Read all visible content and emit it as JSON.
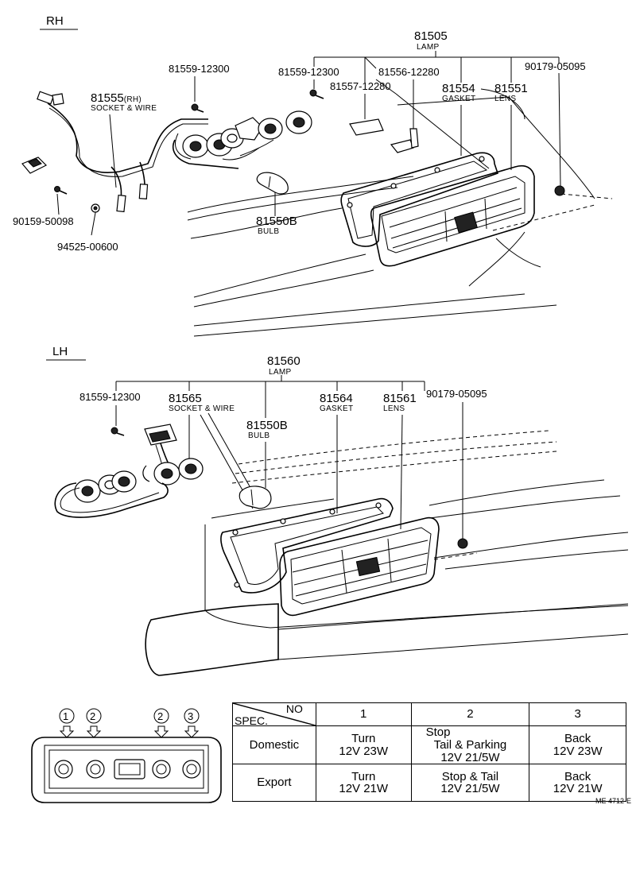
{
  "sections": {
    "rh": {
      "label": "RH"
    },
    "lh": {
      "label": "LH"
    }
  },
  "rh_parts": {
    "lamp": {
      "no": "81505",
      "name": "LAMP"
    },
    "socket_wire": {
      "no": "81555",
      "suffix": "(RH)",
      "name": "SOCKET & WIRE"
    },
    "screw_a": {
      "no": "81559-12300"
    },
    "screw_b": {
      "no": "81559-12300"
    },
    "bracket_a": {
      "no": "81556-12280"
    },
    "bracket_b": {
      "no": "81557-12280"
    },
    "gasket": {
      "no": "81554",
      "name": "GASKET"
    },
    "lens": {
      "no": "81551",
      "name": "LENS"
    },
    "nut": {
      "no": "90179-05095"
    },
    "bulb": {
      "no": "81550B",
      "name": "BULB"
    },
    "clip": {
      "no": "90159-50098"
    },
    "grommet": {
      "no": "94525-00600"
    }
  },
  "lh_parts": {
    "lamp": {
      "no": "81560",
      "name": "LAMP"
    },
    "screw": {
      "no": "81559-12300"
    },
    "socket_wire": {
      "no": "81565",
      "name": "SOCKET & WIRE"
    },
    "bulb": {
      "no": "81550B",
      "name": "BULB"
    },
    "gasket": {
      "no": "81564",
      "name": "GASKET"
    },
    "lens": {
      "no": "81561",
      "name": "LENS"
    },
    "nut": {
      "no": "90179-05095"
    }
  },
  "position_markers": [
    "1",
    "2",
    "2",
    "3"
  ],
  "spec_table": {
    "header_no": "NO",
    "header_spec": "SPEC.",
    "columns": [
      "1",
      "2",
      "3"
    ],
    "rows": [
      {
        "label": "Domestic",
        "cells": [
          [
            "Turn",
            "12V 23W"
          ],
          [
            "Stop",
            "Tail & Parking",
            "12V 21/5W"
          ],
          [
            "Back",
            "12V 23W"
          ]
        ]
      },
      {
        "label": "Export",
        "cells": [
          [
            "Turn",
            "12V 21W"
          ],
          [
            "Stop & Tail",
            "12V 21/5W"
          ],
          [
            "Back",
            "12V 21W"
          ]
        ]
      }
    ]
  },
  "reference": "ME 4712-E"
}
